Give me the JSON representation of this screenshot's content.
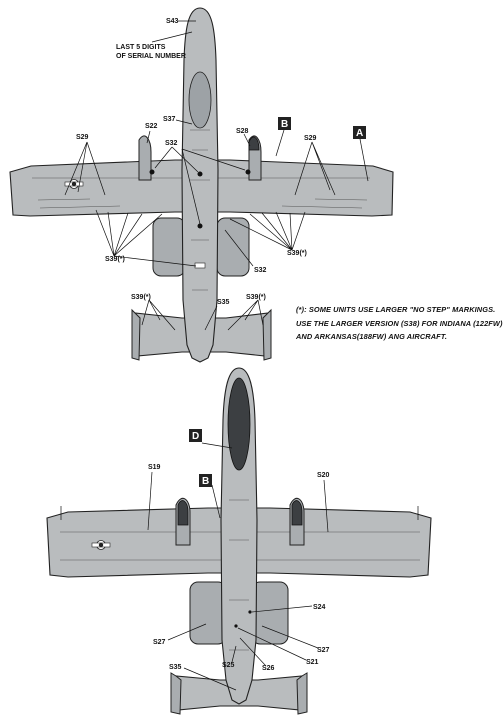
{
  "top_view": {
    "labels": {
      "s43": "S43",
      "serial_note_line1": "LAST 5 DIGITS",
      "serial_note_line2": "OF SERIAL NUMBER",
      "s37": "S37",
      "s22": "S22",
      "s28": "S28",
      "s32_upper": "S32",
      "s32_lower": "S32",
      "s29_left": "S29",
      "s29_right": "S29",
      "s39_left": "S39(*)",
      "s39_right": "S39(*)",
      "s39_tail_left": "S39(*)",
      "s39_tail_right": "S39(*)",
      "s35": "S35"
    },
    "box_b": "B",
    "box_a": "A"
  },
  "note": {
    "line1": "(*): SOME UNITS USE LARGER \"NO STEP\" MARKINGS.",
    "line2": "USE THE LARGER VERSION (S38) FOR INDIANA (122FW)",
    "line3": "AND ARKANSAS(188FW) ANG AIRCRAFT."
  },
  "bottom_view": {
    "labels": {
      "s19": "S19",
      "s20": "S20",
      "s24": "S24",
      "s27_left": "S27",
      "s27_right": "S27",
      "s21": "S21",
      "s25": "S25",
      "s26": "S26",
      "s35": "S35"
    },
    "box_d": "D",
    "box_b": "B"
  },
  "colors": {
    "aircraft_gray": "#b9bcbe",
    "antiglare_dark": "#3c3f42",
    "box_fill": "#222222"
  }
}
